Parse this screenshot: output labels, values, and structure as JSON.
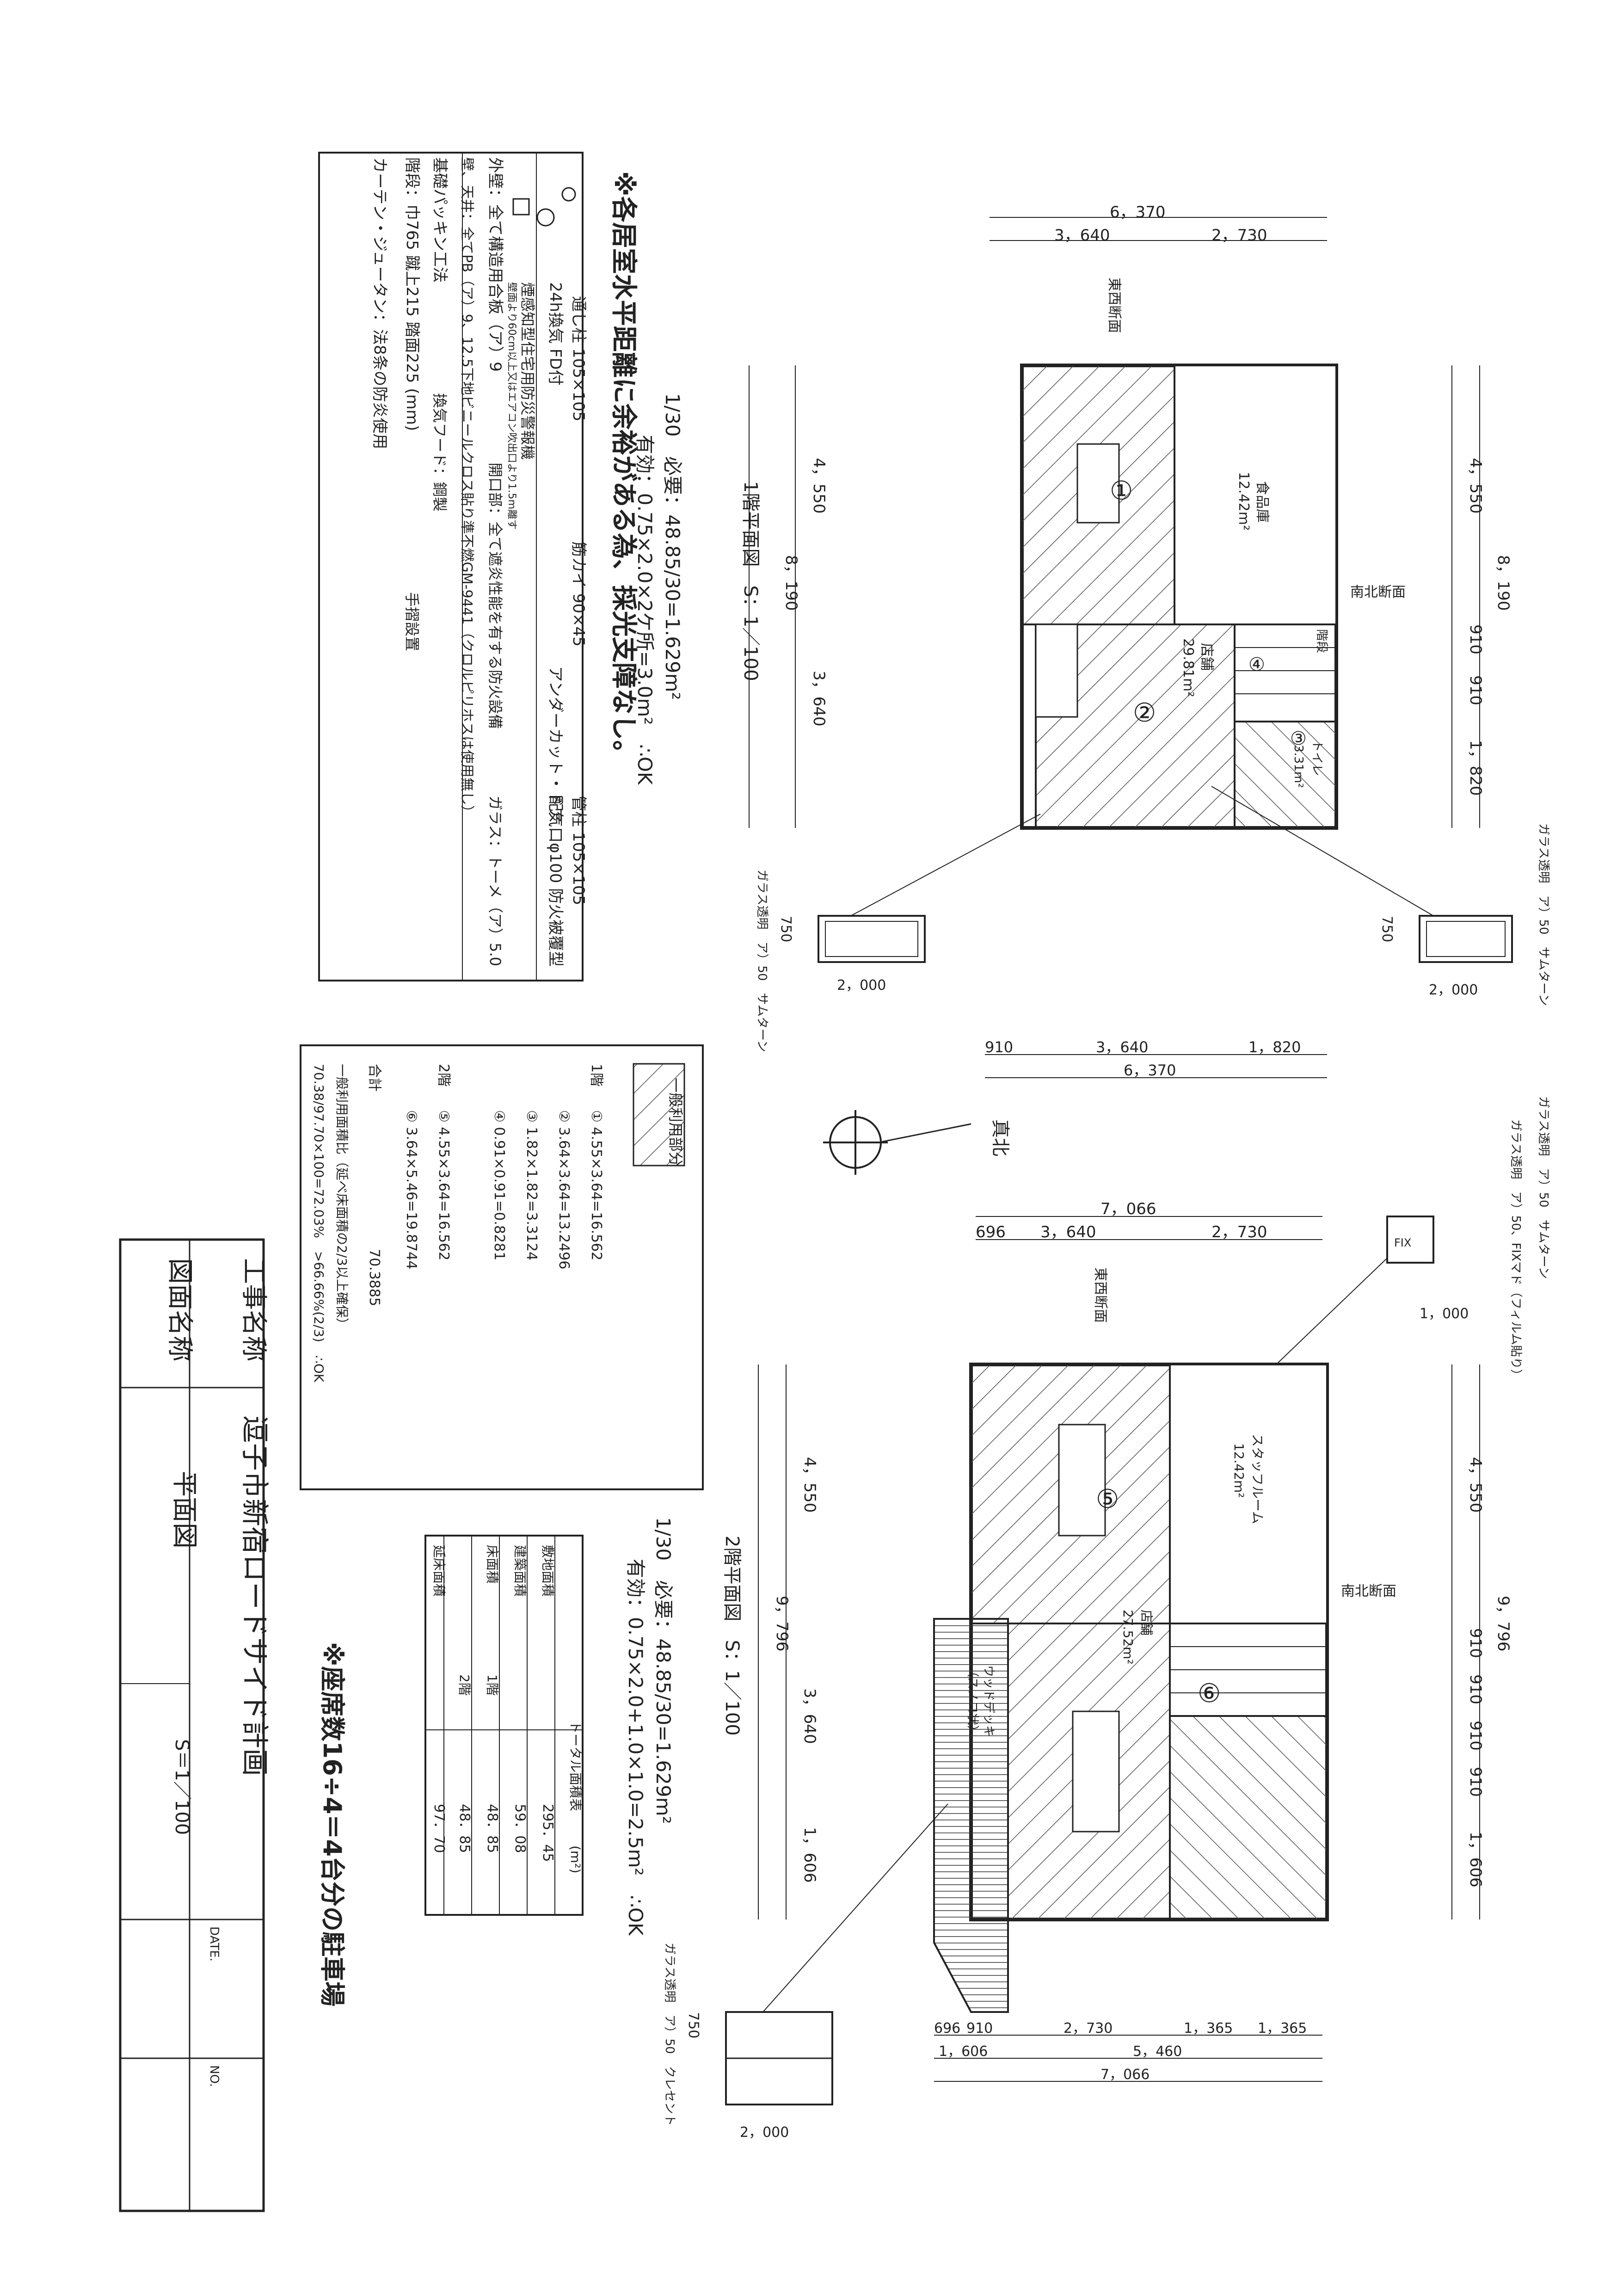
{
  "notes": {
    "heading": "※各居室水平距離に余裕がある為、採光支障なし。",
    "legend_rows": [
      "通し柱 105×105",
      "筋カイ 90×45",
      "管柱 105×105",
      "24h換気 FD付",
      "アンダーカット・ドア",
      "配気口φ100 防火被覆型",
      "煙感知型住宅用防災警報機",
      "壁面より60cm以上又はエアコン吹出口より1.5m離す",
      "外壁：全て構造用合板（ア）9",
      "開口部：全て遮炎性能を有する防火設備",
      "ガラス：トーメ（ア）5.0",
      "壁、天井：全てPB（ア）9、12.5下地ビニールクロス貼り準不燃GM-9441（クロルピリホスは使用無し）",
      "基礎パッキン工法",
      "換気フード：鋼製",
      "階段：巾765 蹴上215 踏面225 (mm)",
      "手摺設置",
      "カーテン・ジュータン：法8条の防炎使用"
    ]
  },
  "lighting_calc": {
    "floor1_line1": "1/30　必要：48.85/30=1.629m²",
    "floor1_line2": "有効：0.75×2.0×2ケ所=3.0m²　∴OK",
    "floor2_line1": "1/30　必要：48.85/30=1.629m²",
    "floor2_line2": "有効：0.75×2.0+1.0×1.0=2.5m²　∴OK"
  },
  "floor1": {
    "title": "1階平面図　S：1／100",
    "dims_top": [
      "6，370",
      "3，640",
      "2，730"
    ],
    "dims_bottom": [
      "910",
      "3，640",
      "1，820",
      "6，370"
    ],
    "dims_left": [
      "4，550",
      "8，190",
      "3，640"
    ],
    "dims_right": [
      "4，550",
      "8，190",
      "910",
      "910",
      "1，820"
    ],
    "room_store": "食品庫",
    "room_store_area": "12.42m²",
    "room_shop": "店舗",
    "room_shop_area": "29.81m²",
    "room_wc": "トイレ",
    "room_wc_area": "3.31m²",
    "room_stair": "階段",
    "label_east_west": "東西断面",
    "label_south_north": "南北断面",
    "num1": "①",
    "num2": "②",
    "num3": "③",
    "num4": "④",
    "window_left_w": "2，000",
    "window_left_h": "750",
    "window_left_note": "ガラス透明　ア）50　サムターン",
    "window_right_w": "2，000",
    "window_right_h": "750",
    "window_right_note": "ガラス透明　ア）50　サムターン"
  },
  "floor2": {
    "title": "2階平面図　S：1／100",
    "dims_top": [
      "7，066",
      "696",
      "3，640",
      "2，730"
    ],
    "dims_bottom": [
      "696",
      "910",
      "2，730",
      "1，365",
      "1，365",
      "1，606",
      "5，460",
      "7，066"
    ],
    "dims_left": [
      "4，550",
      "9，796",
      "3，640",
      "1，606"
    ],
    "dims_right": [
      "4，550",
      "9，796",
      "910",
      "910",
      "910",
      "910",
      "1，606"
    ],
    "room_staff": "スタッフルーム",
    "room_staff_area": "12.42m²",
    "room_shop": "店舗",
    "room_shop_area": "27.52m²",
    "room_deck": "ウッドデッキ",
    "room_deck_sub": "（スノコ状）",
    "label_east_west": "東西断面",
    "label_south_north": "南北断面",
    "num5": "⑤",
    "num6": "⑥",
    "window_fix_size": "1，000",
    "window_fix_note": "ガラス透明　ア）50、FIXマド（フィルム貼り）",
    "window_fix_label": "FIX",
    "window_left_w": "2，000",
    "window_left_h": "750",
    "window_left_note": "ガラス透明　ア）50　クレセント",
    "window_top_note": "ガラス透明　ア）50　サムターン"
  },
  "north": {
    "label": "真北"
  },
  "area_table": {
    "title": "一般利用部分",
    "floor1_label": "1階",
    "floor2_label": "2階",
    "rows": [
      "① 4.55×3.64=16.562",
      "② 3.64×3.64=13.2496",
      "③ 1.82×1.82=3.3124",
      "④ 0.91×0.91=0.8281",
      "⑤ 4.55×3.64=16.562",
      "⑥ 3.64×5.46=19.8744"
    ],
    "total_label": "合計",
    "total_value": "70.3885",
    "ratio_line1": "一般利用面積比（延べ床面積の2/3以上確保）",
    "ratio_line2": "70.38/97.70×100=72.03%　>66.66%(2/3)　∴OK"
  },
  "summary_table": {
    "title": "トータル面積表",
    "unit": "(m²)",
    "rows": [
      {
        "label": "敷地面積",
        "sub": "",
        "value": "295．45"
      },
      {
        "label": "建築面積",
        "sub": "",
        "value": "59．08"
      },
      {
        "label": "床面積",
        "sub": "1階",
        "value": "48．85"
      },
      {
        "label": "",
        "sub": "2階",
        "value": "48．85"
      },
      {
        "label": "延床面積",
        "sub": "",
        "value": "97．70"
      }
    ]
  },
  "parking_note": "※座席数16÷4＝4台分の駐車場",
  "title_block": {
    "project_label": "工事名称",
    "project_name": "逗子市新宿ロードサイド計画",
    "drawing_label": "図面名称",
    "drawing_name": "平面図",
    "scale": "S＝1／100",
    "date_label": "DATE.",
    "no_label": "NO."
  }
}
